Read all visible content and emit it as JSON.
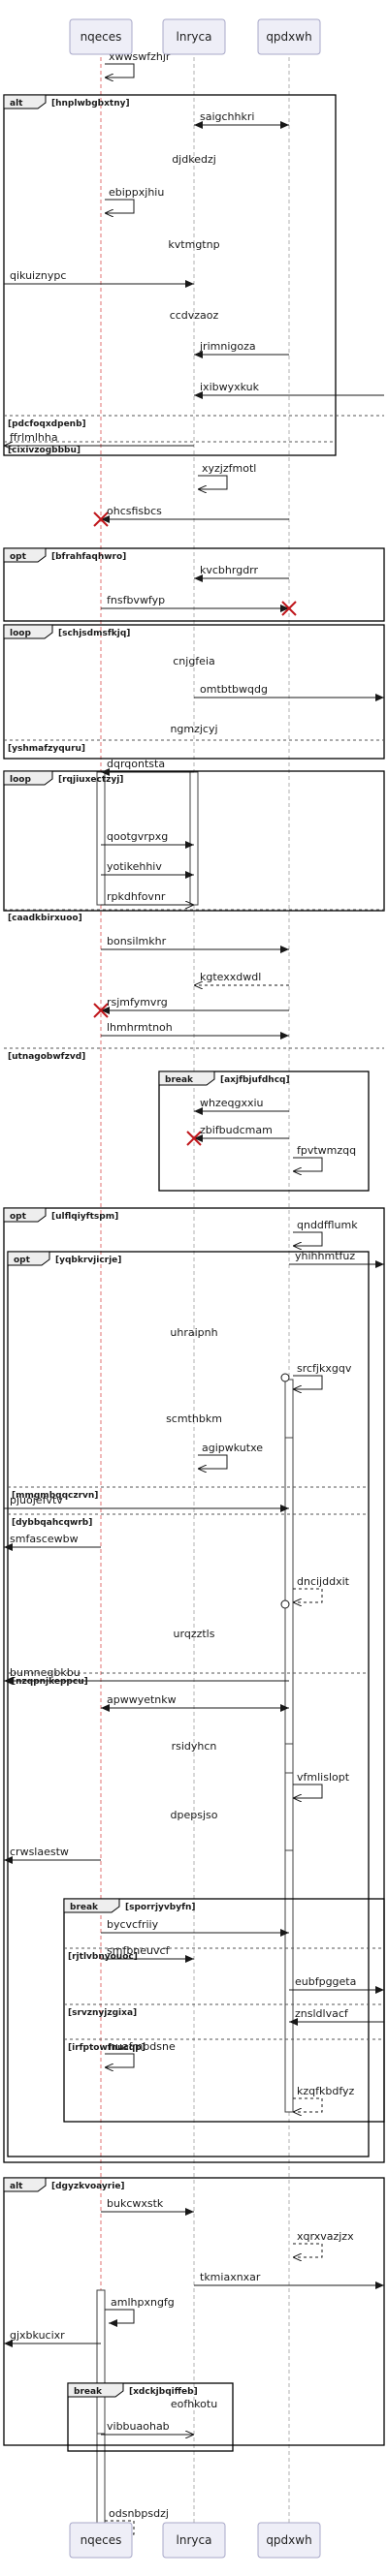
{
  "participants": [
    "nqeces",
    "lnryca",
    "qpdxwh"
  ],
  "messages": [
    {
      "text": "xwwswfzhjr"
    },
    {
      "text": "saigchhkri"
    },
    {
      "text": "djdkedzj"
    },
    {
      "text": "ebippxjhiu"
    },
    {
      "text": "kvtmgtnp"
    },
    {
      "text": "qikuiznypc"
    },
    {
      "text": "ccdvzaoz"
    },
    {
      "text": "jrimnigoza"
    },
    {
      "text": "ixibwyxkuk"
    },
    {
      "text": "ffrlmlhha"
    },
    {
      "text": "xyzjzfmotl"
    },
    {
      "text": "ohcsfisbcs"
    },
    {
      "text": "kvcbhrgdrr"
    },
    {
      "text": "fnsfbvwfyp"
    },
    {
      "text": "cnjgfeia"
    },
    {
      "text": "omtbtbwqdg"
    },
    {
      "text": "ngmzjcyj"
    },
    {
      "text": "dqrqontsta"
    },
    {
      "text": "qootgvrpxg"
    },
    {
      "text": "yotikehhiv"
    },
    {
      "text": "rpkdhfovnr"
    },
    {
      "text": "bonsilmkhr"
    },
    {
      "text": "kgtexxdwdl"
    },
    {
      "text": "rsjmfymvrg"
    },
    {
      "text": "lhmhrmtnoh"
    },
    {
      "text": "whzeqgxxiu"
    },
    {
      "text": "zbifbudcmam"
    },
    {
      "text": "fpvtwmzqq"
    },
    {
      "text": "qnddfflumk"
    },
    {
      "text": "yhihhmtfuz"
    },
    {
      "text": "uhraipnh"
    },
    {
      "text": "srcfjkxgqv"
    },
    {
      "text": "scmthbkm"
    },
    {
      "text": "agipwkutxe"
    },
    {
      "text": "pjuojefvtv"
    },
    {
      "text": "smfascewbw"
    },
    {
      "text": "dncijddxit"
    },
    {
      "text": "urqzztls"
    },
    {
      "text": "bumneqbkbu"
    },
    {
      "text": "apwwyetnkw"
    },
    {
      "text": "rsidyhcn"
    },
    {
      "text": "vfmlislopt"
    },
    {
      "text": "dpepsjso"
    },
    {
      "text": "crwslaestw"
    },
    {
      "text": "bycvcfriiy"
    },
    {
      "text": "smfbneuvcf"
    },
    {
      "text": "eubfpggeta"
    },
    {
      "text": "znsldlvacf"
    },
    {
      "text": "nuafmbdsne"
    },
    {
      "text": "kzqfkbdfyz"
    },
    {
      "text": "bukcwxstk"
    },
    {
      "text": "xqrxvazjzx"
    },
    {
      "text": "tkmiaxnxar"
    },
    {
      "text": "amlhpxngfg"
    },
    {
      "text": "gjxbkucixr"
    },
    {
      "text": "eofhkotu"
    },
    {
      "text": "vibbuaohab"
    },
    {
      "text": "odsnbpsdzj"
    }
  ],
  "fragments": [
    {
      "kind": "alt",
      "guard": "[hnplwbgbxtny]"
    },
    {
      "kind": "",
      "guard": "[pdcfoqxdpenb]"
    },
    {
      "kind": "",
      "guard": "[cixivzogbbbu]"
    },
    {
      "kind": "opt",
      "guard": "[bfrahfaqhwro]"
    },
    {
      "kind": "loop",
      "guard": "[schjsdmsfkjq]"
    },
    {
      "kind": "",
      "guard": "[yshmafzyquru]"
    },
    {
      "kind": "loop",
      "guard": "[rqjiuxectzyj]"
    },
    {
      "kind": "",
      "guard": "[caadkbirxuoo]"
    },
    {
      "kind": "",
      "guard": "[utnagobwfzvd]"
    },
    {
      "kind": "break",
      "guard": "[axjfbjufdhcq]"
    },
    {
      "kind": "opt",
      "guard": "[ulflqiyftspm]"
    },
    {
      "kind": "opt",
      "guard": "[yqbkrvjicrje]"
    },
    {
      "kind": "",
      "guard": "[mmgmbqqczrvn]"
    },
    {
      "kind": "",
      "guard": "[dybbqahcqwrb]"
    },
    {
      "kind": "",
      "guard": "[nzqpnjkeppcu]"
    },
    {
      "kind": "break",
      "guard": "[sporrjyvbyfn]"
    },
    {
      "kind": "",
      "guard": "[rjtlvbnyouoc]"
    },
    {
      "kind": "",
      "guard": "[srvznyjzgixa]"
    },
    {
      "kind": "",
      "guard": "[irfptowfnucqp]"
    },
    {
      "kind": "alt",
      "guard": "[dgyzkvoayrie]"
    },
    {
      "kind": "break",
      "guard": "[xdckjbqiffeb]"
    }
  ]
}
